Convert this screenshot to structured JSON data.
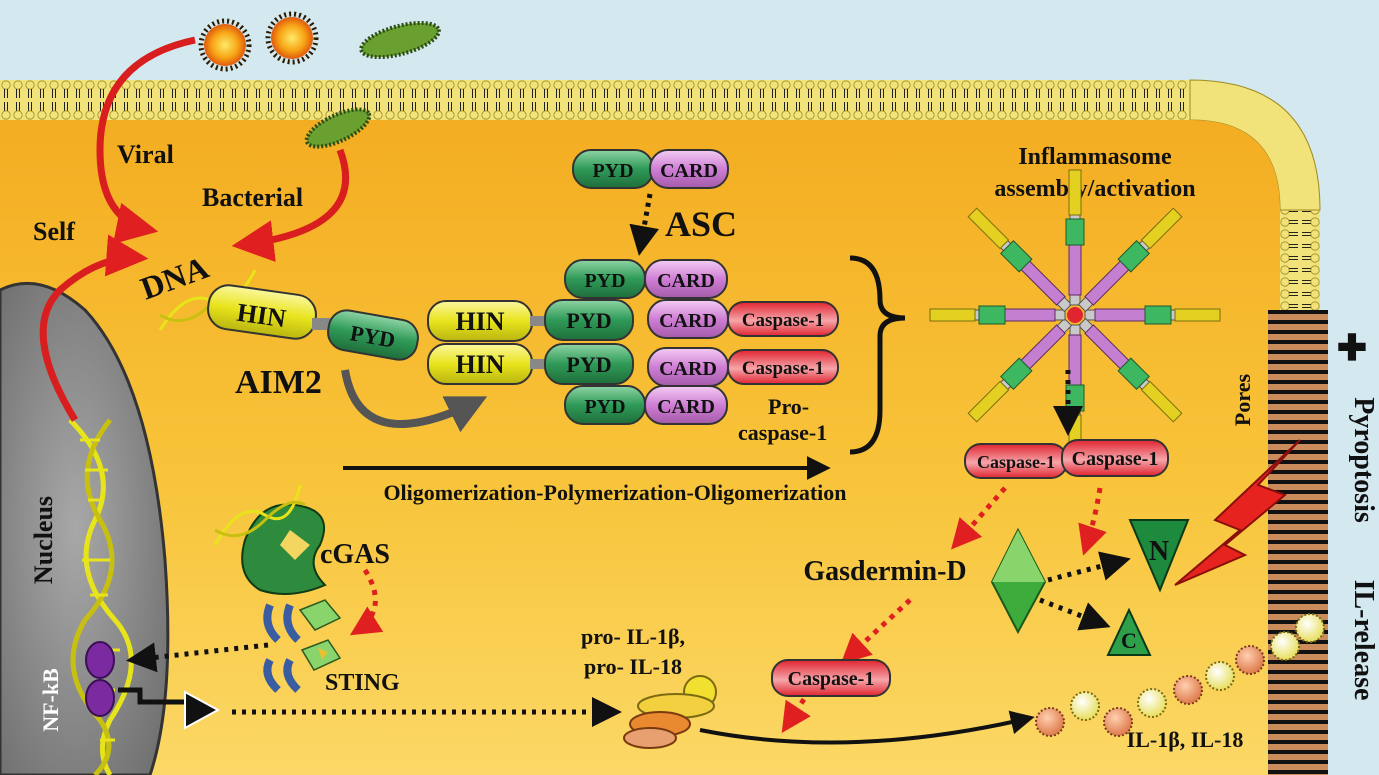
{
  "sources": {
    "viral": "Viral",
    "bacterial": "Bacterial",
    "self": "Self",
    "dna": "DNA"
  },
  "aim2": {
    "name": "AIM2",
    "hin": "HIN",
    "pyd": "PYD"
  },
  "asc": {
    "name": "ASC",
    "pyd": "PYD",
    "card": "CARD"
  },
  "procaspase": {
    "label_line1": "Pro-",
    "label_line2": "caspase-1",
    "caspase": "Caspase-1"
  },
  "oligomerization_label": "Oligomerization-Polymerization-Oligomerization",
  "inflammasome": {
    "line1": "Inflammasome",
    "line2": "assembly/activation"
  },
  "active_caspase": [
    "Caspase-1",
    "Caspase-1"
  ],
  "gasdermin": {
    "name": "Gasdermin-D",
    "n_fragment": "N",
    "c_fragment": "C"
  },
  "pores": "Pores",
  "pyroptosis": "Pyroptosis",
  "il_release": "IL-release",
  "il_mature": "IL-1β, IL-18",
  "pro_il": {
    "line1": "pro- IL-1β,",
    "line2": "pro- IL-18"
  },
  "caspase_lower": "Caspase-1",
  "cgas": "cGAS",
  "sting": "STING",
  "nucleus": "Nucleus",
  "nfkb": "NF-kB",
  "colors": {
    "cell": "#f5b82c",
    "background": "#d3e8ef",
    "nucleus": "#8a8a8a",
    "hin": "#e8e41c",
    "pyd": "#2f9a58",
    "card": "#cf7fd4",
    "caspase": "#e02430",
    "arrow_red": "#d81e1e"
  }
}
